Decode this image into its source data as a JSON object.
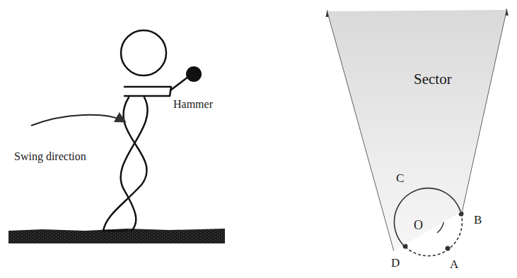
{
  "diagram": {
    "nodes": [
      {
        "text": [
          "Sector"
        ]
      },
      {
        "text": [
          "O"
        ]
      }
    ],
    "labels": [
      "Hammer",
      "Swing direction",
      "C",
      "B",
      "D",
      "A"
    ]
  }
}
